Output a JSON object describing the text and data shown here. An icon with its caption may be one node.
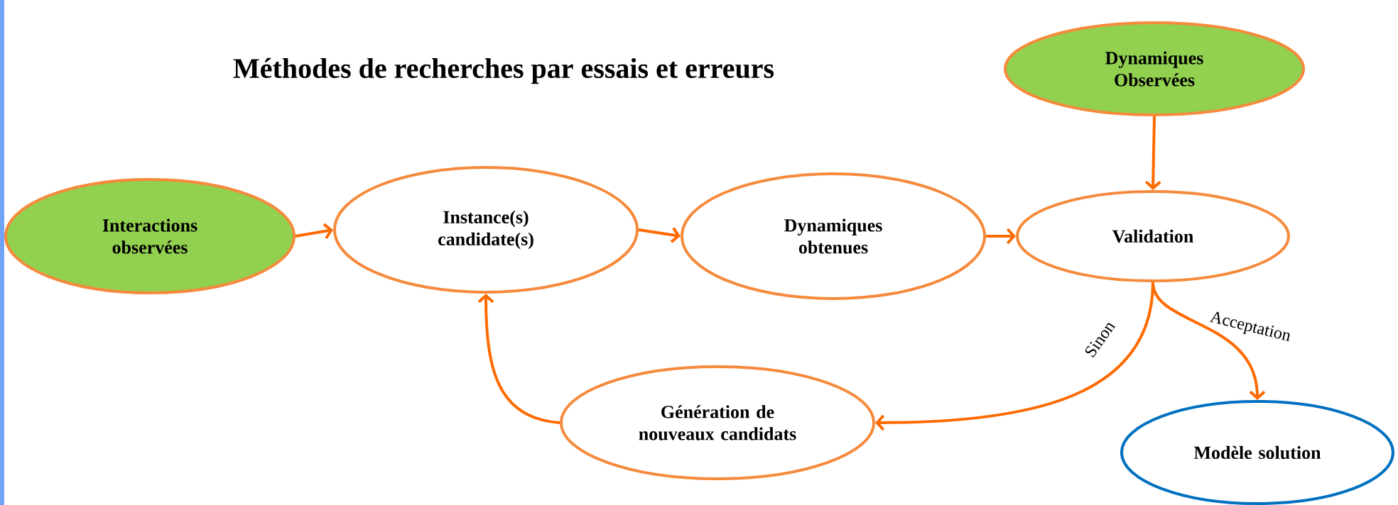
{
  "diagram": {
    "title": "Méthodes de recherches par essais et erreurs",
    "nodes": [
      {
        "text": [
          "Interactions observées"
        ]
      },
      {
        "text": [
          "Instance(s) candidate(s)"
        ]
      },
      {
        "text": [
          "Dynamiques obtenues"
        ]
      },
      {
        "text": [
          "Validation"
        ]
      },
      {
        "text": [
          "Dynamiques Observées"
        ]
      },
      {
        "text": [
          "Génération de nouveaux candidats"
        ]
      },
      {
        "text": [
          "Modèle solution"
        ]
      }
    ],
    "edges": [
      {
        "from": 0,
        "to": 1,
        "arrow": "to"
      },
      {
        "from": 1,
        "to": 2,
        "arrow": "to"
      },
      {
        "from": 2,
        "to": 3,
        "arrow": "to"
      },
      {
        "from": 4,
        "to": 3,
        "arrow": "to"
      },
      {
        "from": 3,
        "to": 5,
        "arrow": "to",
        "label": "Sinon"
      },
      {
        "from": 3,
        "to": 6,
        "arrow": "to",
        "label": "Acceptation"
      },
      {
        "from": 5,
        "to": 1,
        "arrow": "to"
      }
    ]
  }
}
